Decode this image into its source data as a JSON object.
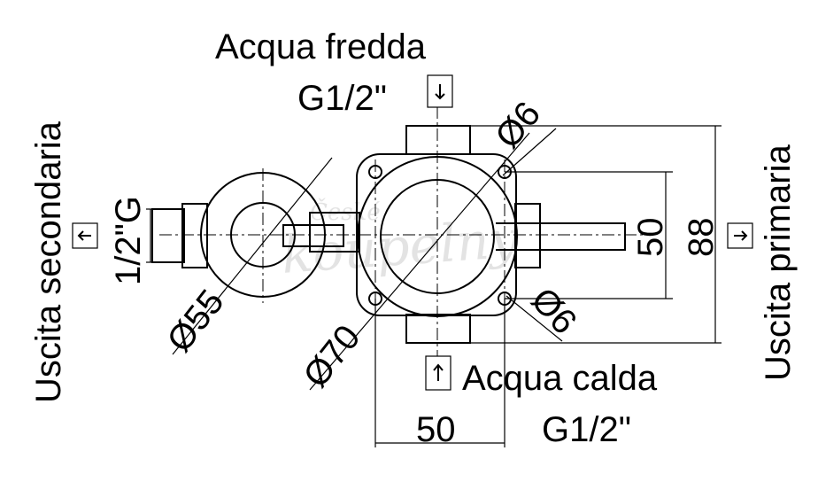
{
  "labels": {
    "cold_water": "Acqua fredda",
    "cold_thread": "G1/2\"",
    "hot_water": "Acqua calda",
    "hot_thread": "G1/2\"",
    "secondary_outlet": "Uscita secondaria",
    "secondary_thread": "1/2\"G",
    "primary_outlet": "Uscita primaria"
  },
  "dimensions": {
    "diameter_small": "Ø55",
    "diameter_large": "Ø70",
    "hole_top": "Ø6",
    "hole_bottom": "Ø6",
    "height_inner": "50",
    "height_outer": "88",
    "width_bottom": "50"
  },
  "watermark": {
    "top": "České",
    "main": "koupelny"
  },
  "icons": {
    "cold_in": "arrow-down-icon",
    "hot_in": "arrow-up-icon",
    "secondary_out": "arrow-left-icon",
    "primary_out": "arrow-right-icon"
  }
}
